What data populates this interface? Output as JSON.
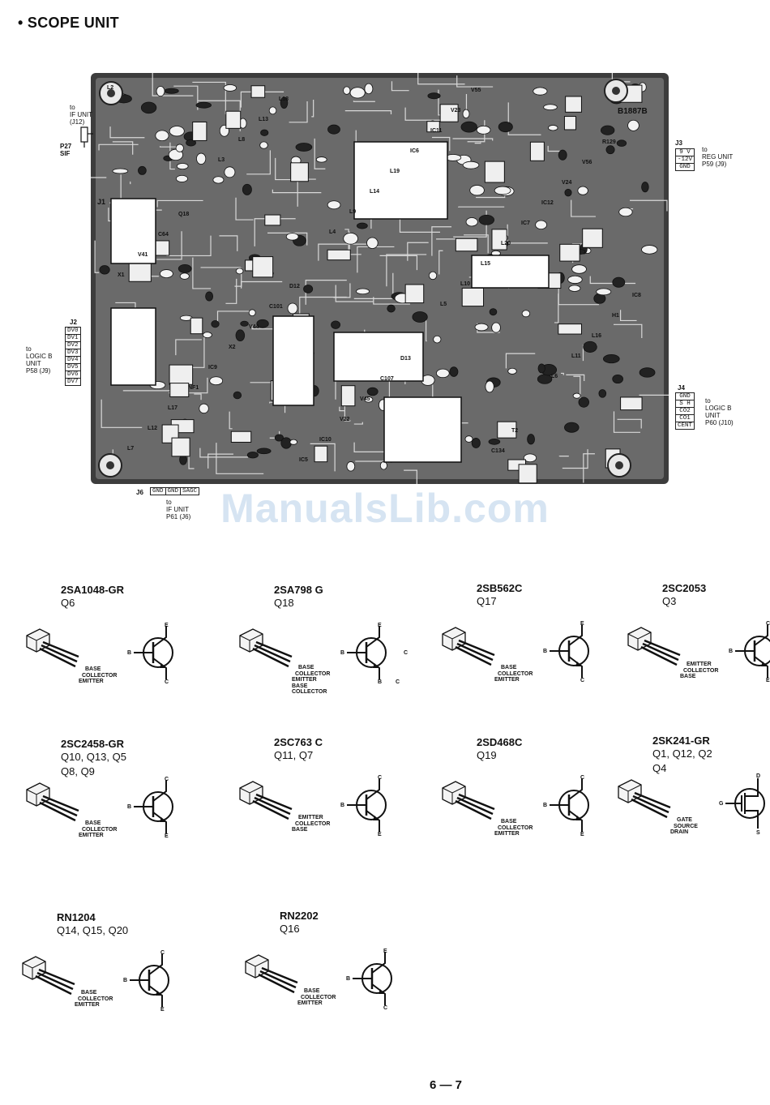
{
  "title": "• SCOPE UNIT",
  "board": {
    "code": "B1887B",
    "connectors": {
      "if_unit": {
        "lines": [
          "to",
          "IF UNIT",
          "(J12)"
        ]
      },
      "p27": {
        "lines": [
          "P27",
          "SIF"
        ]
      },
      "j1": "J1",
      "j2": {
        "id": "J2",
        "pins": [
          "DV0",
          "DV1",
          "DV2",
          "DV3",
          "DV4",
          "DV5",
          "DV6",
          "DV7"
        ],
        "note": [
          "to",
          "LOGIC B",
          "UNIT",
          "P58 (J9)"
        ]
      },
      "j3": {
        "id": "J3",
        "pins": [
          "9 V",
          "-12V",
          "GND"
        ],
        "note": [
          "to",
          "REG UNIT",
          "P59 (J9)"
        ]
      },
      "j4": {
        "id": "J4",
        "pins": [
          "GND",
          "S H",
          "CO2",
          "CO1",
          "CENT"
        ],
        "note": [
          "to",
          "LOGIC B",
          "UNIT",
          "P60 (J10)"
        ]
      },
      "j6": {
        "id": "J6",
        "pins": [
          "GND",
          "GND",
          "SAGC"
        ],
        "note": [
          "to",
          "IF UNIT",
          "P61 (J6)"
        ]
      }
    },
    "component_labels": [
      "L2",
      "L3",
      "L4",
      "L5",
      "L6",
      "L7",
      "L8",
      "L9",
      "L10",
      "L11",
      "L12",
      "L13",
      "L14",
      "L15",
      "L16",
      "L17",
      "L18",
      "L19",
      "L20",
      "H1",
      "NF1",
      "IC5",
      "IC6",
      "IC7",
      "IC8",
      "IC9",
      "IC10",
      "IC11",
      "IC12",
      "X1",
      "X2",
      "V22",
      "V23",
      "V24",
      "V41",
      "V44",
      "V45",
      "V55",
      "V56",
      "C64",
      "C101",
      "C107",
      "C134",
      "R129",
      "Q18",
      "D12",
      "D13",
      "T2"
    ]
  },
  "watermark": "ManualsLib.com",
  "transistors": [
    {
      "part": "2SA1048-GR",
      "refs": [
        "Q6"
      ],
      "pins": [
        "BASE",
        "COLLECTOR",
        "EMITTER"
      ],
      "sym": [
        "B",
        "E",
        "C"
      ]
    },
    {
      "part": "2SA798  G",
      "refs": [
        "Q18"
      ],
      "pins": [
        "BASE",
        "COLLECTOR",
        "EMITTER",
        "BASE",
        "COLLECTOR"
      ],
      "sym": [
        "B",
        "E",
        "B",
        "C",
        "C"
      ]
    },
    {
      "part": "2SB562C",
      "refs": [
        "Q17"
      ],
      "pins": [
        "BASE",
        "COLLECTOR",
        "EMITTER"
      ],
      "sym": [
        "B",
        "E",
        "C"
      ]
    },
    {
      "part": "2SC2053",
      "refs": [
        "Q3"
      ],
      "pins": [
        "EMITTER",
        "COLLECTOR",
        "BASE"
      ],
      "sym": [
        "B",
        "C",
        "E"
      ]
    },
    {
      "part": "2SC2458-GR",
      "refs": [
        "Q10, Q13, Q5",
        "Q8, Q9"
      ],
      "pins": [
        "BASE",
        "COLLECTOR",
        "EMITTER"
      ],
      "sym": [
        "B",
        "C",
        "E"
      ]
    },
    {
      "part": "2SC763  C",
      "refs": [
        "Q11, Q7"
      ],
      "pins": [
        "EMITTER",
        "COLLECTOR",
        "BASE"
      ],
      "sym": [
        "B",
        "C",
        "E"
      ]
    },
    {
      "part": "2SD468C",
      "refs": [
        "Q19"
      ],
      "pins": [
        "BASE",
        "COLLECTOR",
        "EMITTER"
      ],
      "sym": [
        "B",
        "C",
        "E"
      ]
    },
    {
      "part": "2SK241-GR",
      "refs": [
        "Q1, Q12, Q2",
        "Q4"
      ],
      "pins": [
        "GATE",
        "SOURCE",
        "DRAIN"
      ],
      "sym": [
        "G",
        "D",
        "S"
      ]
    },
    {
      "part": "RN1204",
      "refs": [
        "Q14, Q15, Q20"
      ],
      "pins": [
        "BASE",
        "COLLECTOR",
        "EMITTER"
      ],
      "sym": [
        "B",
        "C",
        "E"
      ]
    },
    {
      "part": "RN2202",
      "refs": [
        "Q16"
      ],
      "pins": [
        "BASE",
        "COLLECTOR",
        "EMITTER"
      ],
      "sym": [
        "B",
        "E",
        "C"
      ]
    }
  ],
  "page_number": "6 — 7"
}
